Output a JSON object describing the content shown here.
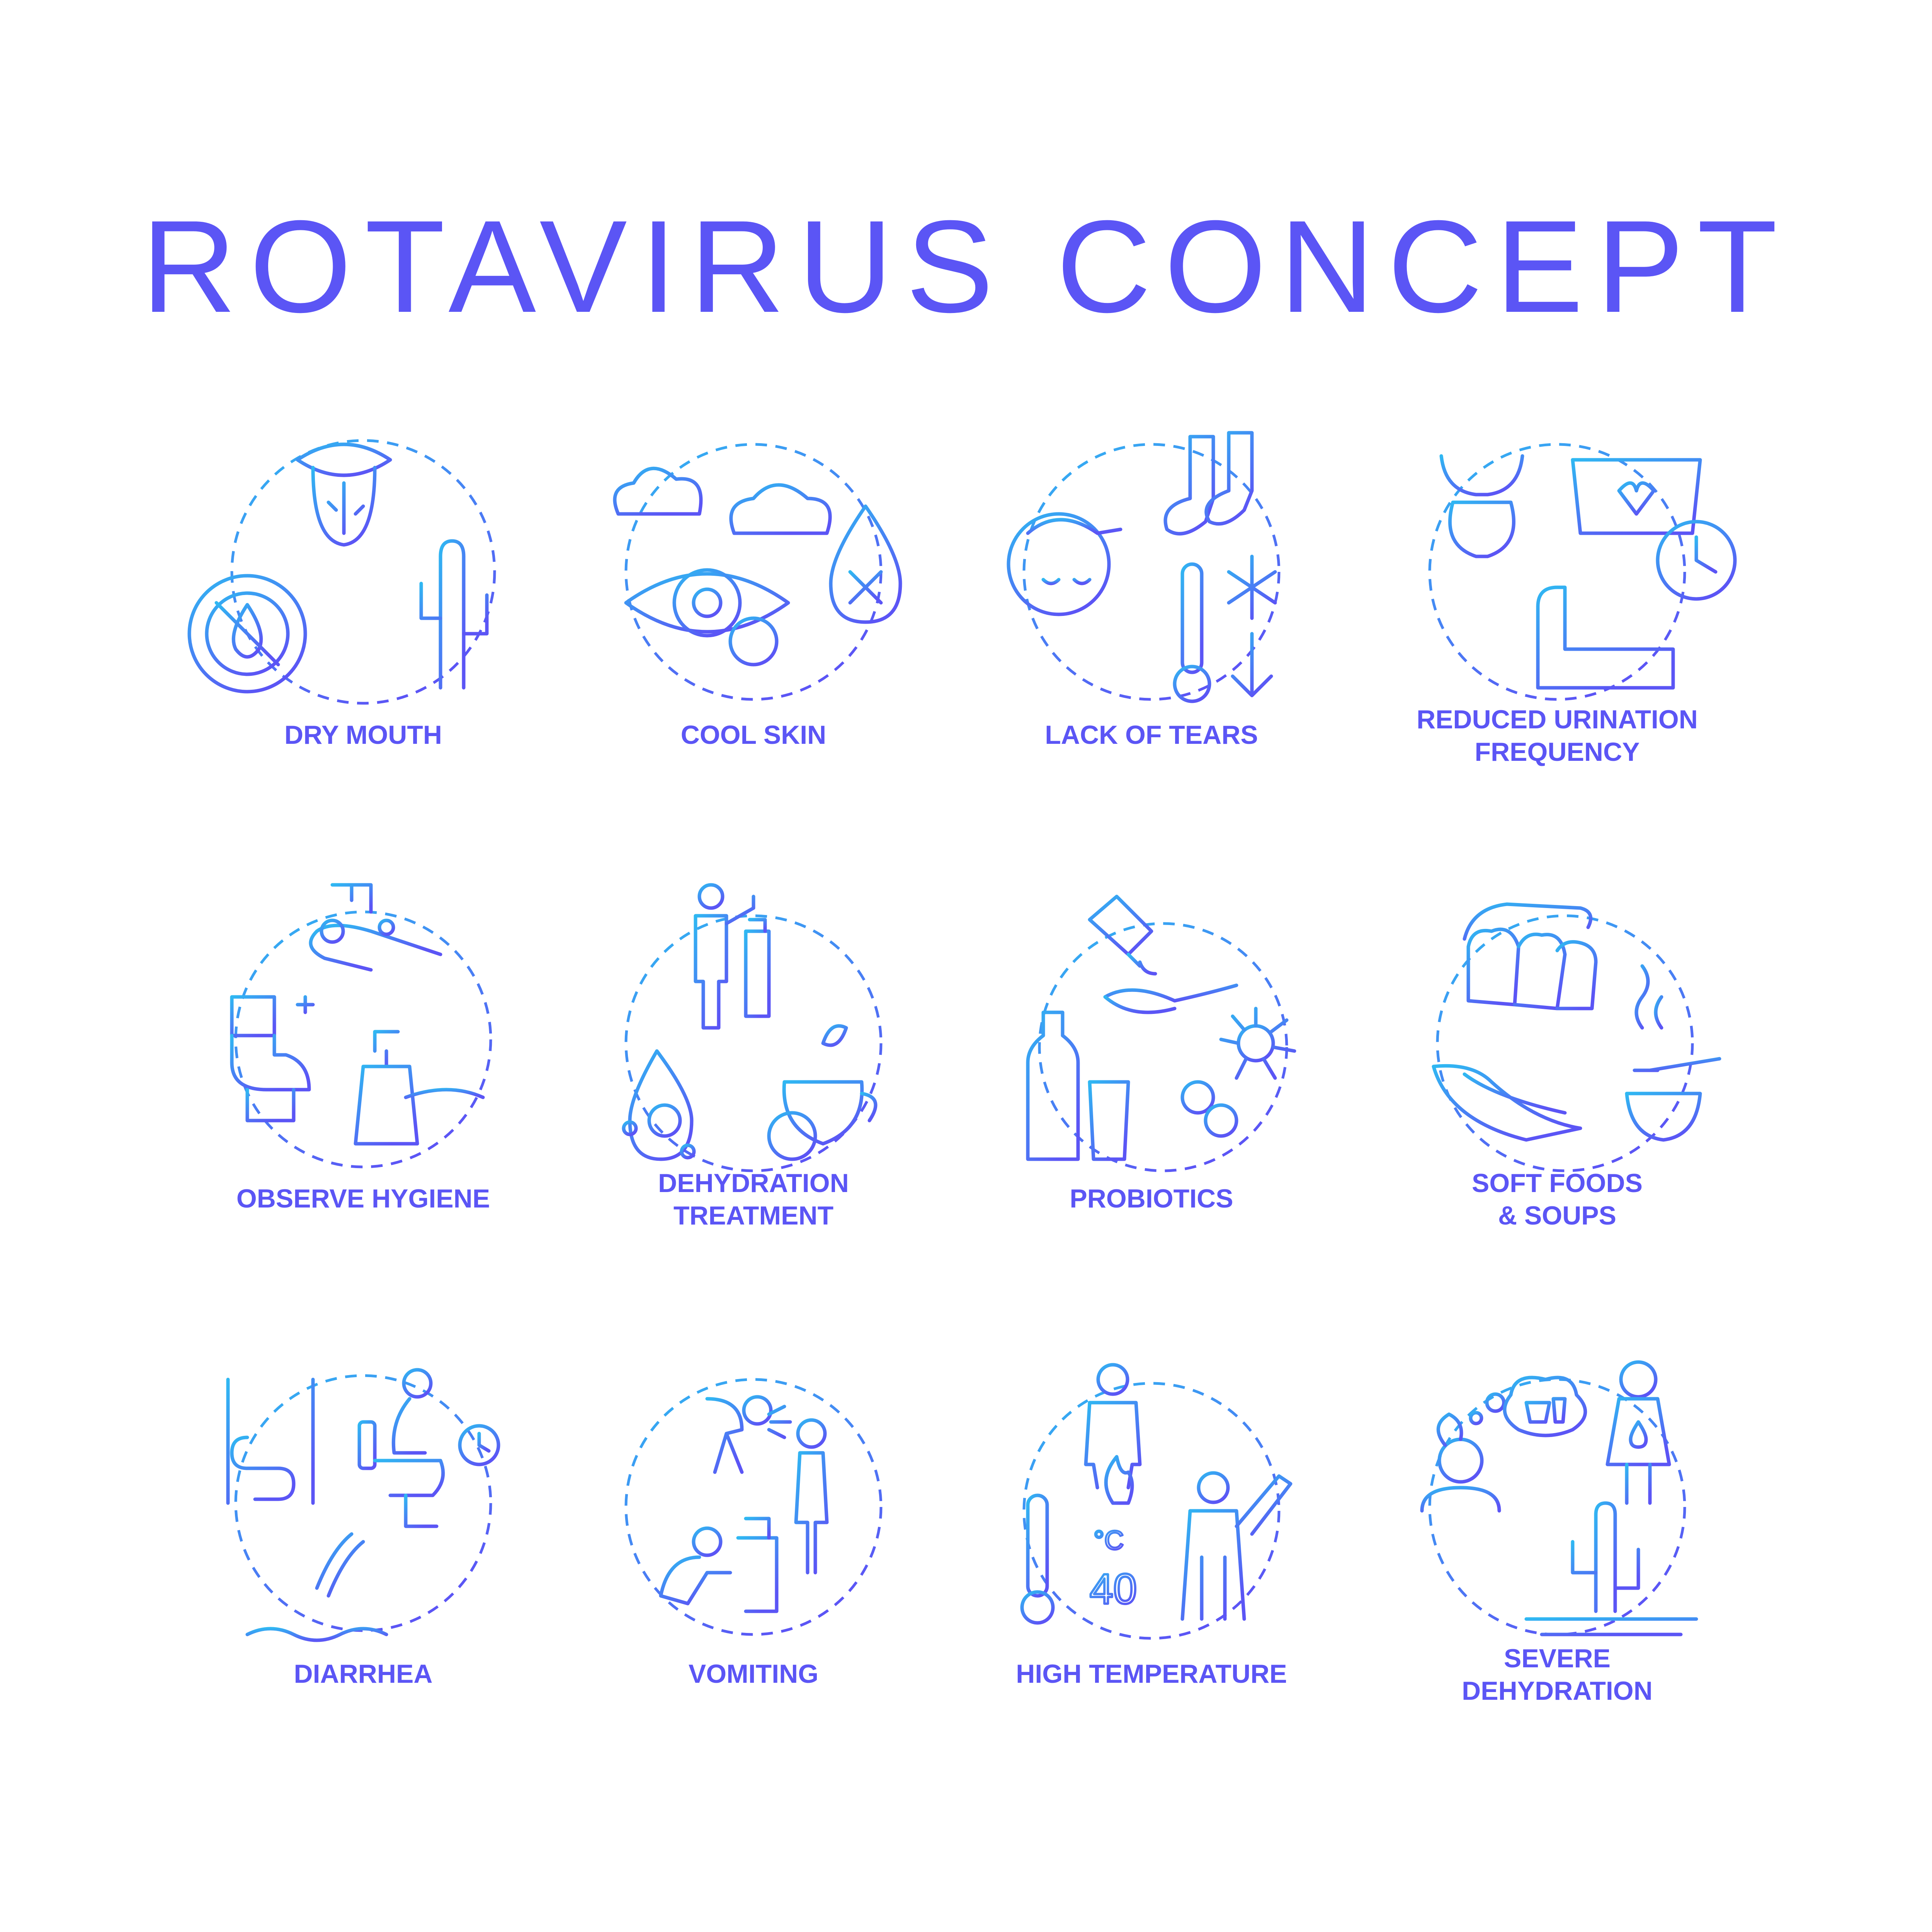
{
  "title": "ROTAVIRUS CONCEPT",
  "colors": {
    "accent": "#5b55f5",
    "gradient_start": "#2fb8f2",
    "gradient_end": "#5b55f5"
  },
  "cards": [
    {
      "label": "DRY MOUTH",
      "icon": "dry-mouth-icon"
    },
    {
      "label": "COOL SKIN",
      "icon": "cool-skin-icon"
    },
    {
      "label": "LACK OF TEARS",
      "icon": "lack-of-tears-icon"
    },
    {
      "label": "REDUCED URINATION\nFREQUENCY",
      "icon": "reduced-urination-icon"
    },
    {
      "label": "OBSERVE HYGIENE",
      "icon": "hygiene-icon"
    },
    {
      "label": "DEHYDRATION\nTREATMENT",
      "icon": "dehydration-treatment-icon"
    },
    {
      "label": "PROBIOTICS",
      "icon": "probiotics-icon"
    },
    {
      "label": "SOFT FOODS\n& SOUPS",
      "icon": "soft-foods-icon"
    },
    {
      "label": "DIARRHEA",
      "icon": "diarrhea-icon"
    },
    {
      "label": "VOMITING",
      "icon": "vomiting-icon"
    },
    {
      "label": "HIGH TEMPERATURE",
      "icon": "high-temperature-icon"
    },
    {
      "label": "SEVERE\nDEHYDRATION",
      "icon": "severe-dehydration-icon"
    }
  ]
}
